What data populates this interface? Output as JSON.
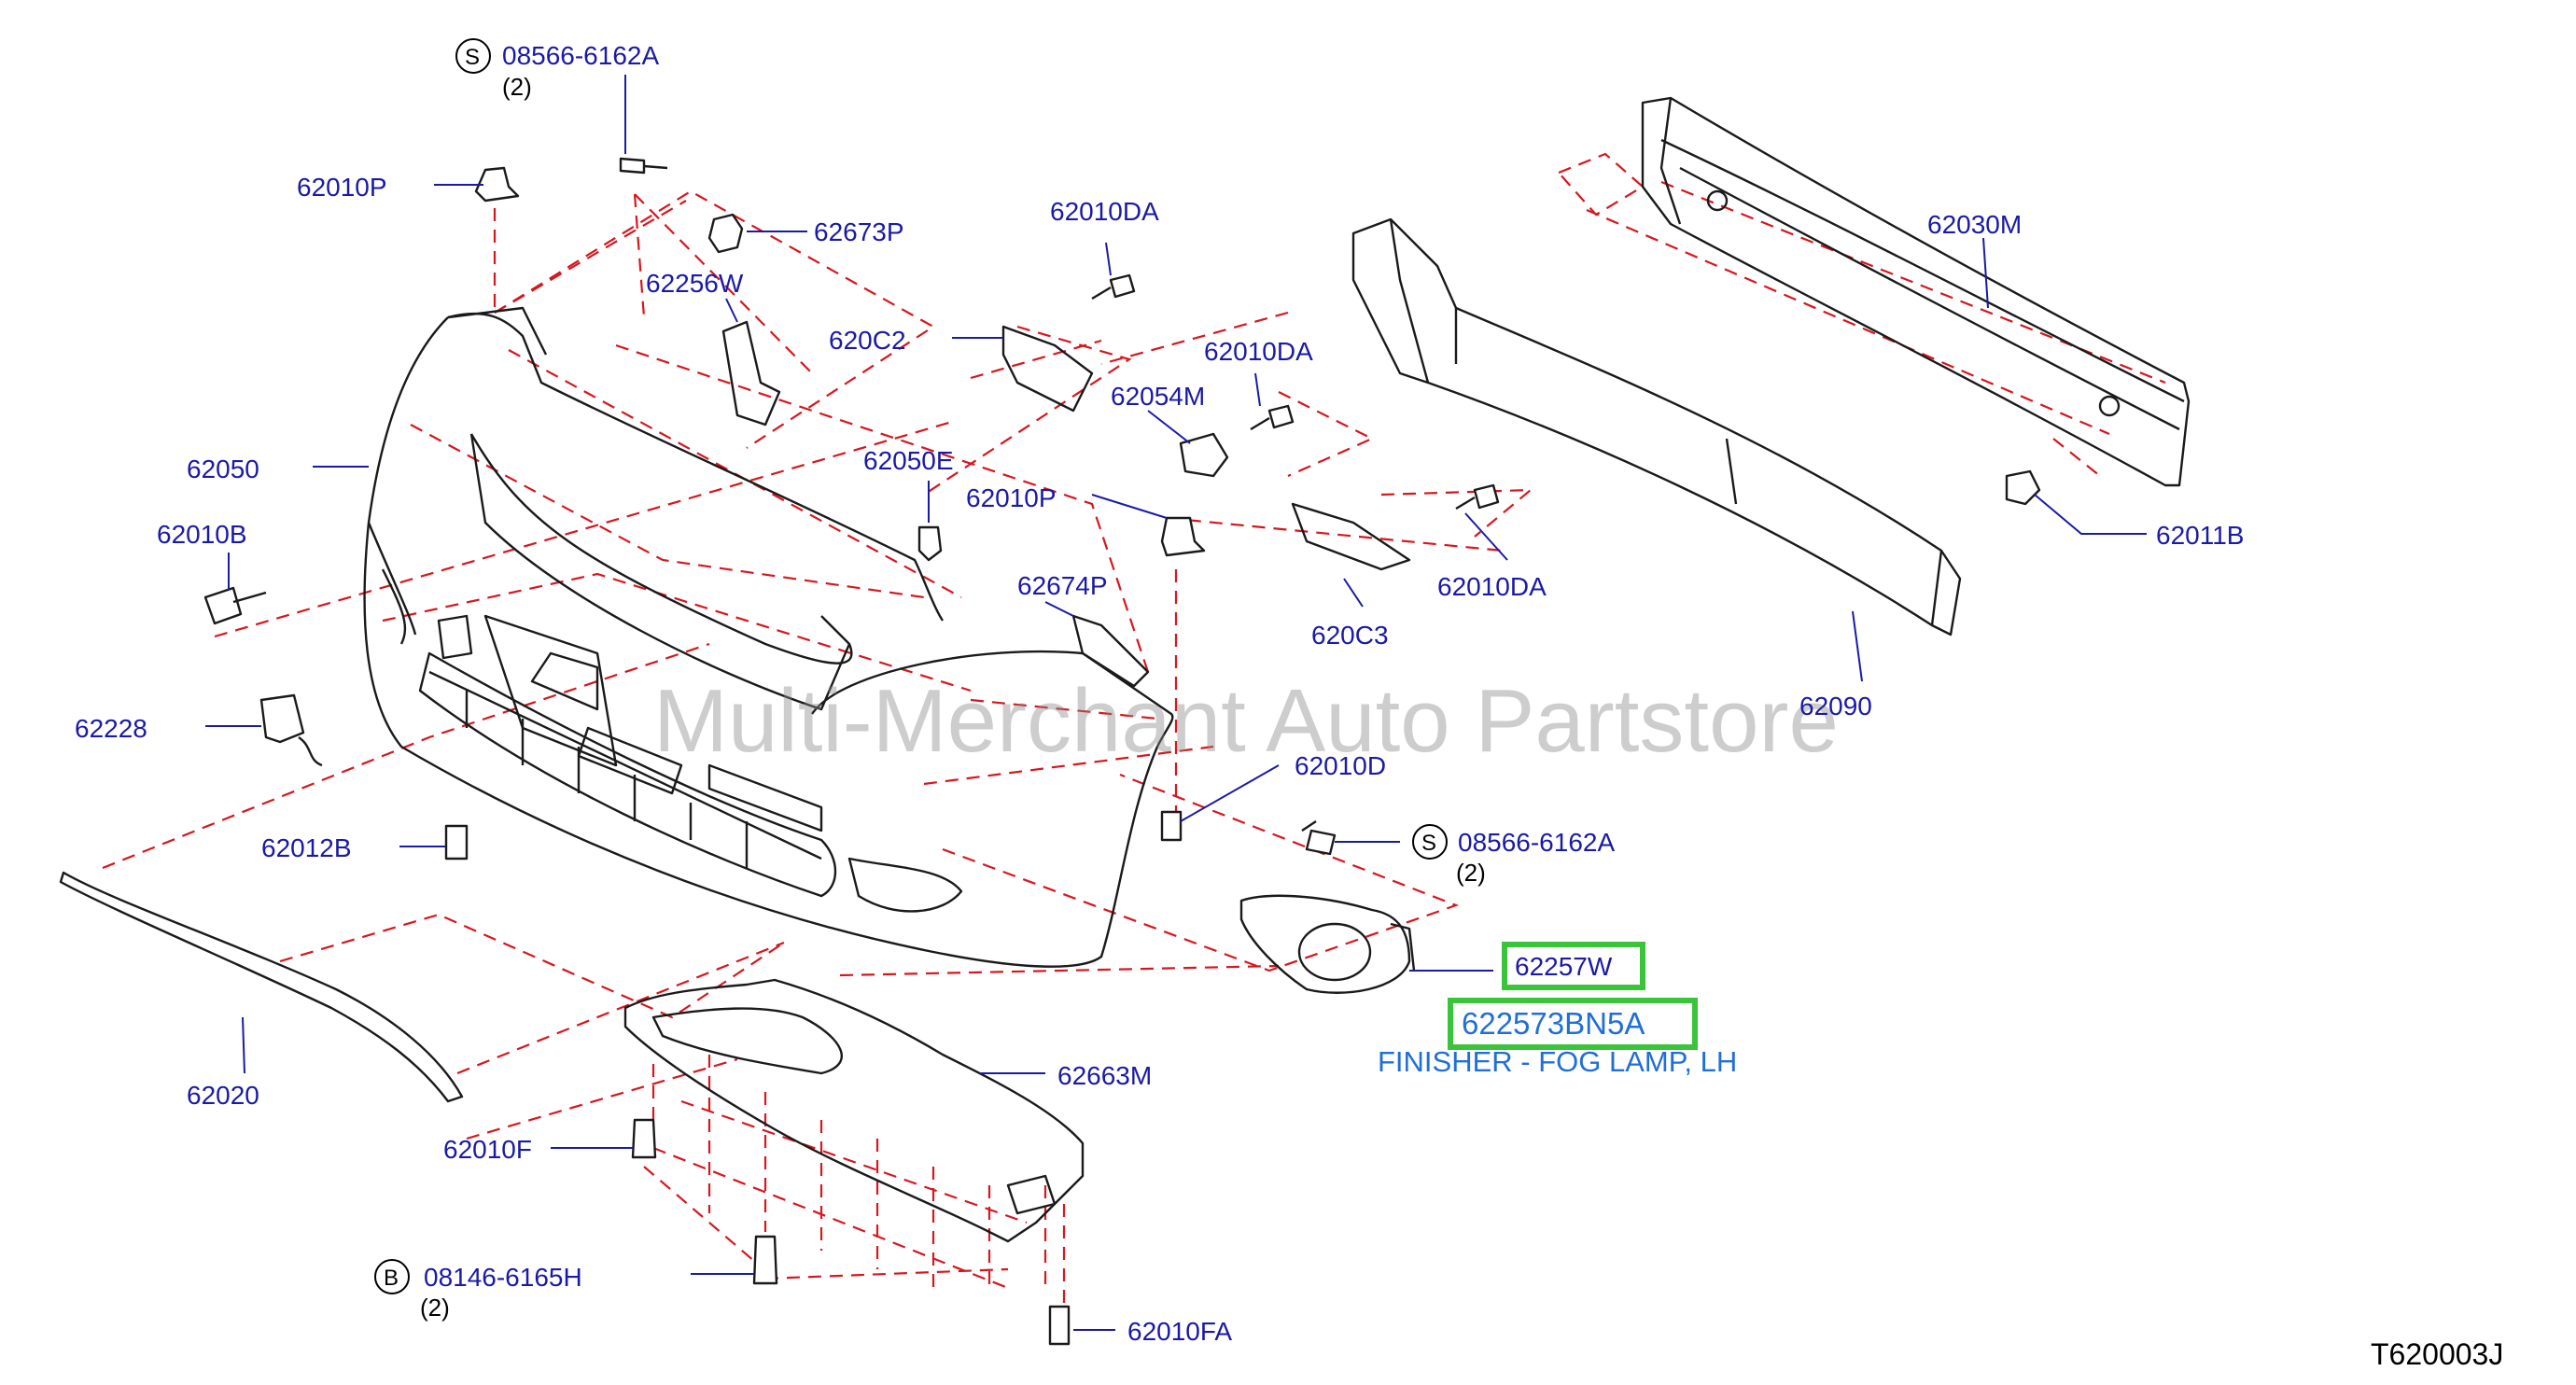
{
  "labels": {
    "p08566_top": "08566-6162A",
    "p08566_top_qty": "(2)",
    "p62010P_top": "62010P",
    "p62673P": "62673P",
    "p62256W": "62256W",
    "p62010DA_a": "62010DA",
    "p620C2": "620C2",
    "p62010DA_b": "62010DA",
    "p62054M": "62054M",
    "p62050": "62050",
    "p62050E": "62050E",
    "p62010P_mid": "62010P",
    "p62010B": "62010B",
    "p62674P": "62674P",
    "p62010DA_c": "62010DA",
    "p620C3": "620C3",
    "p62228": "62228",
    "p62010D": "62010D",
    "p08566_mid": "08566-6162A",
    "p08566_mid_qty": "(2)",
    "p62012B": "62012B",
    "p62257W": "62257W",
    "p622573BN5A": "622573BN5A",
    "finisher_desc": "FINISHER - FOG LAMP, LH",
    "p62020": "62020",
    "p62663M": "62663M",
    "p62010F": "62010F",
    "p08146": "08146-6165H",
    "p08146_qty": "(2)",
    "p62010FA": "62010FA",
    "p62030M": "62030M",
    "p62011B": "62011B",
    "p62090": "62090",
    "diagram_code": "T620003J"
  },
  "symbols": {
    "s_top": "S",
    "s_mid": "S",
    "b_bot": "B"
  },
  "watermark": "Multi-Merchant Auto Partstore",
  "colors": {
    "part_label": "#1a1aa6",
    "dash_line": "#d7161e",
    "highlight": "#3ac43a",
    "selected_part_number": "#1f6fd6"
  }
}
